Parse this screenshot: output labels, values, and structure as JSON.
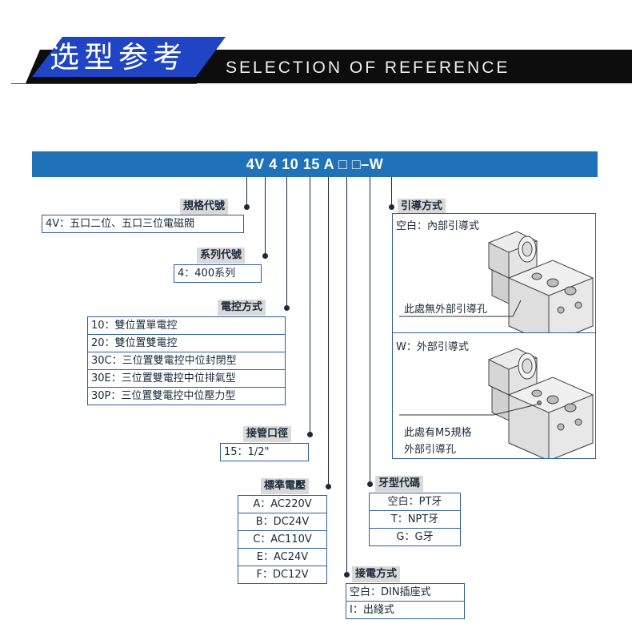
{
  "header": {
    "title_cn": "选型参考",
    "title_en": "SELECTION OF REFERENCE"
  },
  "model_code": "4V 4 10 15 A □ □–W",
  "sections": {
    "spec_code": {
      "label": "規格代號",
      "options": [
        "4V：五口二位、五口三位電磁閥"
      ]
    },
    "series_code": {
      "label": "系列代號",
      "options": [
        "4：400系列"
      ]
    },
    "control_mode": {
      "label": "電控方式",
      "options": [
        "10：雙位置單電控",
        "20：雙位置雙電控",
        "30C：三位置雙電控中位封閉型",
        "30E：三位置雙電控中位排氣型",
        "30P：三位置雙電控中位壓力型"
      ]
    },
    "port_size": {
      "label": "接管口徑",
      "options": [
        "15：1/2\""
      ]
    },
    "voltage": {
      "label": "標準電壓",
      "options": [
        "A：AC220V",
        "B：DC24V",
        "C：AC110V",
        "E：AC24V",
        "F：DC12V"
      ]
    },
    "thread_code": {
      "label": "牙型代碼",
      "options": [
        "空白：PT牙",
        "T：NPT牙",
        "G：G牙"
      ]
    },
    "connection_mode": {
      "label": "接電方式",
      "options": [
        "空白：DIN插座式",
        "I：出綫式"
      ]
    },
    "pilot_mode": {
      "label": "引導方式",
      "internal_title": "空白：內部引導式",
      "internal_note": "此處無外部引導孔",
      "external_title": "W：外部引導式",
      "external_note_1": "此處有M5規格",
      "external_note_2": "外部引導孔"
    }
  },
  "colors": {
    "banner_blue": "#1f44c4",
    "model_bar_blue": "#1f72b8",
    "box_border": "#2f5f9a",
    "tag_gray": "#d9d9d9"
  }
}
